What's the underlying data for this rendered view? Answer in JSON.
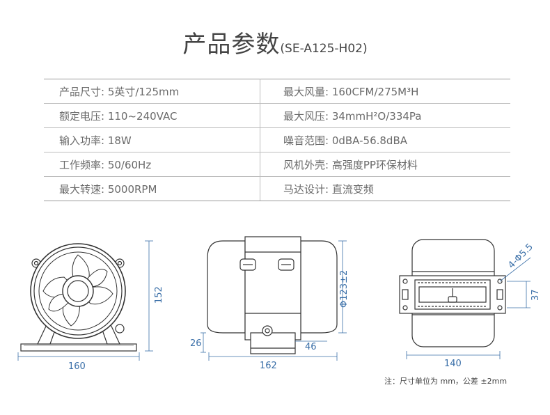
{
  "title": {
    "main": "产品参数",
    "model": "(SE-A125-H02)"
  },
  "specs": [
    {
      "left": "产品尺寸: 5英寸/125mm",
      "right": "最大风量: 160CFM/275M³H"
    },
    {
      "left": "额定电压: 110~240VAC",
      "right": "最大风压: 34mmH²O/334Pa"
    },
    {
      "left": "输入功率: 18W",
      "right": "噪音范围: 0dBA-56.8dBA"
    },
    {
      "left": "工作频率: 50/60Hz",
      "right": "风机外壳: 高强度PP环保材料"
    },
    {
      "left": "最大转速: 5000RPM",
      "right": "马达设计: 直流变频"
    }
  ],
  "dimensions": {
    "front_width": "160",
    "front_height": "152",
    "side_length": "162",
    "side_diameter": "Φ123±2",
    "side_foot_height": "26",
    "side_foot_width": "46",
    "top_width": "140",
    "top_height": "37",
    "top_holes": "4-Φ5.5"
  },
  "note": "注：尺寸单位为 mm，公差 ±2mm",
  "colors": {
    "dimension": "#3a6fa8",
    "line": "#333333",
    "text": "#6a6a6a"
  }
}
